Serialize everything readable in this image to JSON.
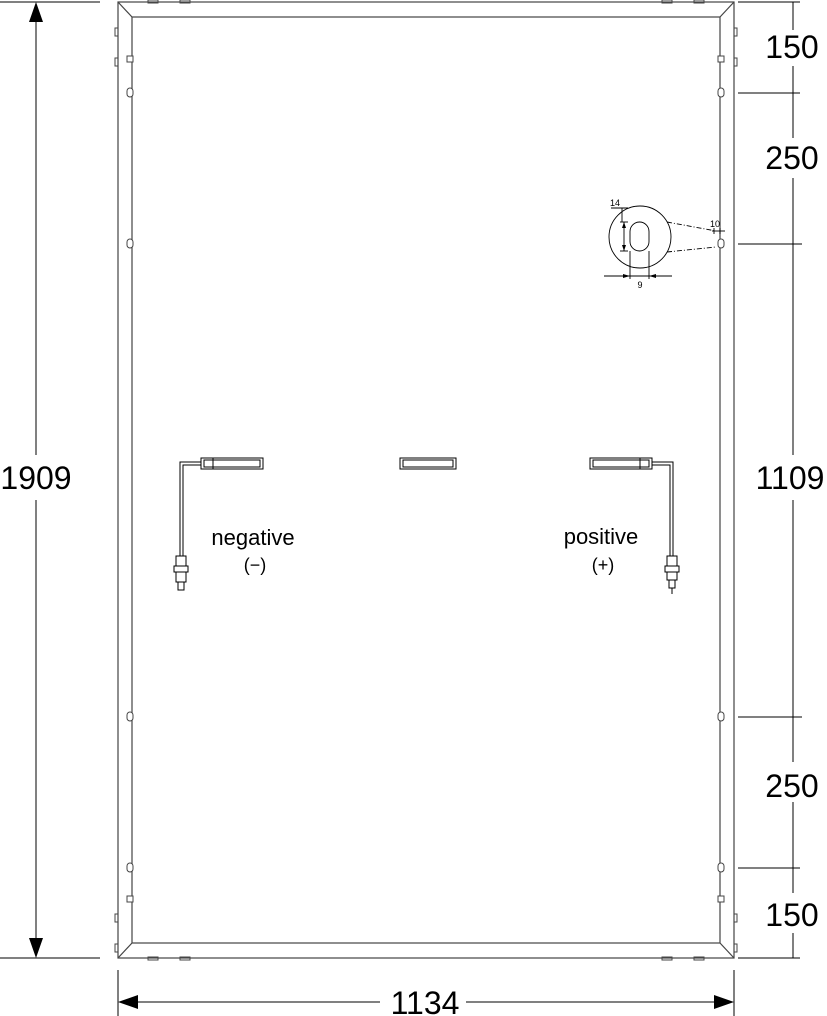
{
  "colors": {
    "line": "#000000",
    "frame": "#444444",
    "background": "#ffffff"
  },
  "dimensions": {
    "total_height": "1909",
    "total_width": "1134",
    "right_top_150": "150",
    "right_top_250": "250",
    "right_middle_1109": "1109",
    "right_bottom_250": "250",
    "right_bottom_150": "150"
  },
  "hole_detail": {
    "height": "14",
    "width": "9",
    "offset": "10"
  },
  "junction_boxes": {
    "negative_label": "negative",
    "negative_symbol": "(−)",
    "positive_label": "positive",
    "positive_symbol": "(+)"
  }
}
